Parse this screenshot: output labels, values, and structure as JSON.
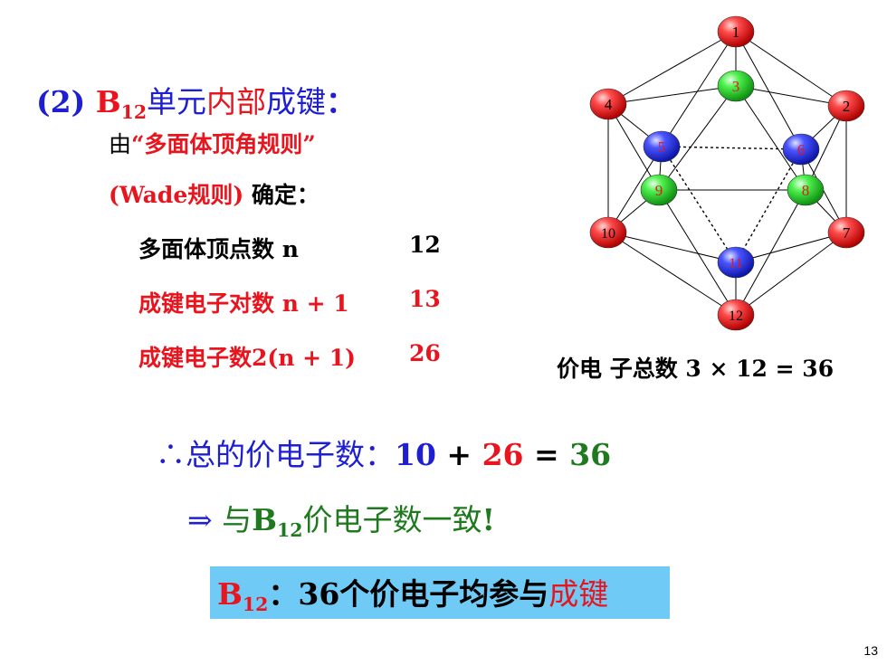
{
  "heading": {
    "num": "(2) ",
    "b": "B",
    "sub": "12",
    "unit": "单元",
    "inner": "内部",
    "bond": "成键",
    "colon": "："
  },
  "rule": {
    "line1_prefix": "由",
    "line1_quote": "“多面体顶角规则”",
    "line2_wade": "(Wade规则)",
    "line2_confirm": " 确定："
  },
  "counts": [
    {
      "label": "多面体顶点数 n",
      "value": "12"
    },
    {
      "label": "成键电子对数 n + 1",
      "value": "13"
    },
    {
      "label": "成键电子数2(n + 1)",
      "value": "26"
    }
  ],
  "valence_total": "价电 子总数  3 × 12 = 36",
  "therefore": {
    "sym": "∴",
    "text": "总的价电子数：",
    "a": "10",
    "plus": " + ",
    "b": "26",
    "eq": " = ",
    "c": "36"
  },
  "consistent": {
    "arrow": "⇒ ",
    "pre": "与",
    "b": "B",
    "sub": "12",
    "post": "价电子数一致",
    "excl": "!"
  },
  "conclusion": {
    "b": "B",
    "sub": "12",
    "colon": "：",
    "text": "36个价电子均参与",
    "bond": "成键"
  },
  "diagram": {
    "atoms": [
      {
        "label": "1",
        "color": "red"
      },
      {
        "label": "2",
        "color": "red"
      },
      {
        "label": "3",
        "color": "green"
      },
      {
        "label": "4",
        "color": "red"
      },
      {
        "label": "5",
        "color": "blue"
      },
      {
        "label": "6",
        "color": "blue"
      },
      {
        "label": "7",
        "color": "red"
      },
      {
        "label": "8",
        "color": "green"
      },
      {
        "label": "9",
        "color": "green"
      },
      {
        "label": "10",
        "color": "red"
      },
      {
        "label": "11",
        "color": "blue"
      },
      {
        "label": "12",
        "color": "red"
      }
    ],
    "colors": {
      "red": "#e8141e",
      "green": "#22c92a",
      "blue": "#2832e6"
    }
  },
  "page_number": "13"
}
